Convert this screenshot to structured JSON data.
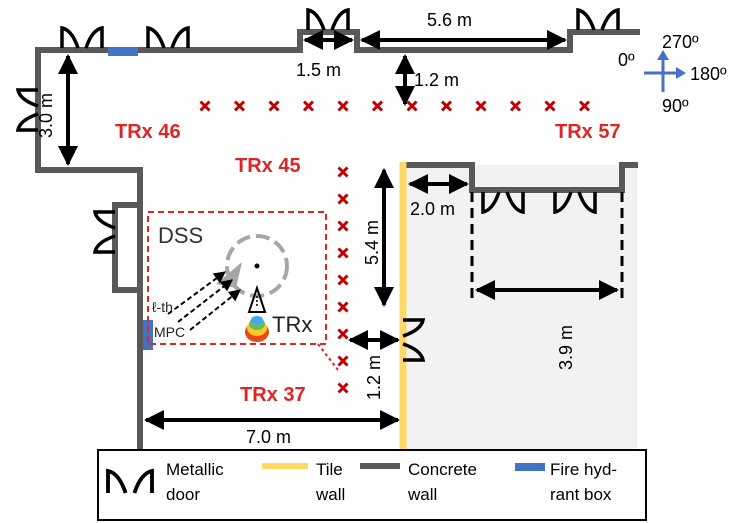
{
  "dimensions": {
    "d_5_6": "5.6 m",
    "d_1_5": "1.5 m",
    "d_1_2_top": "1.2 m",
    "d_3_0": "3.0 m",
    "d_5_4": "5.4 m",
    "d_2_0": "2.0 m",
    "d_3_9": "3.9 m",
    "d_1_2_side": "1.2 m",
    "d_7_0": "7.0 m"
  },
  "labels": {
    "trx46": "TRx 46",
    "trx57": "TRx 57",
    "trx45": "TRx 45",
    "trx37": "TRx 37",
    "dss": "DSS",
    "trx": "TRx",
    "mpc_l": "ℓ-th",
    "mpc_mpc": "MPC"
  },
  "compass": {
    "n": "270º",
    "w": "0º",
    "e": "180º",
    "s": "90º",
    "color": "#4472c4"
  },
  "legend": {
    "metallic_door_1": "Metallic",
    "metallic_door_2": "door",
    "tile_1": "Tile",
    "tile_2": "wall",
    "concrete_1": "Concrete",
    "concrete_2": "wall",
    "fire_1": "Fire hyd-",
    "fire_2": "rant box"
  },
  "colors": {
    "concrete": "#595959",
    "tile": "#ffd966",
    "fire_box": "#4472c4",
    "marker": "#e02424",
    "room_shade": "#f2f2f2"
  }
}
